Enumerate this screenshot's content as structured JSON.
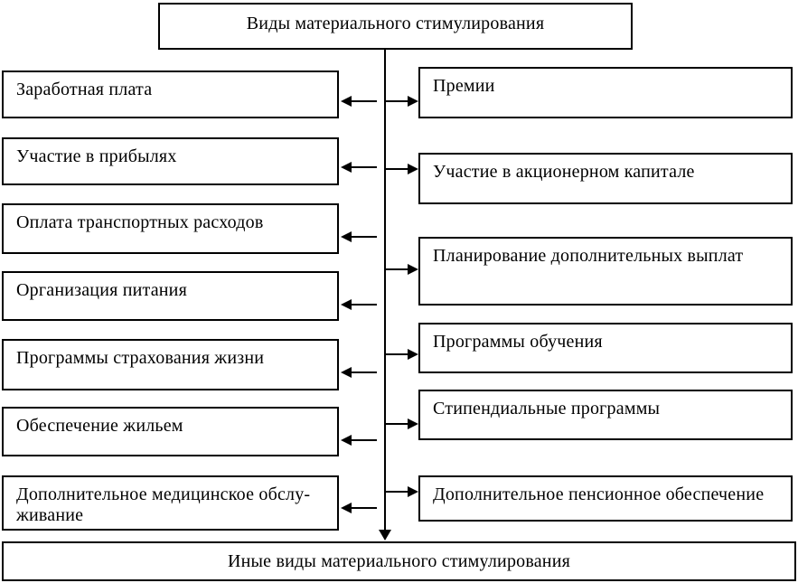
{
  "diagram": {
    "title": "Виды материального стимулирования",
    "left_items": [
      "Заработная плата",
      "Участие в прибылях",
      "Оплата транспортных расходов",
      "Организация питания",
      "Программы страхования жизни",
      "Обеспечение жильем",
      "Дополнительное медицинское обслу-\nживание"
    ],
    "right_items": [
      "Премии",
      "Участие в акционерном капитале",
      "Планирование дополнительных выплат",
      "Программы обучения",
      "Стипендиальные программы",
      "Дополнительное пенсионное обеспечение"
    ],
    "footer": "Иные виды материального стимулирования",
    "colors": {
      "line": "#000000",
      "background": "#ffffff",
      "text": "#000000"
    }
  }
}
